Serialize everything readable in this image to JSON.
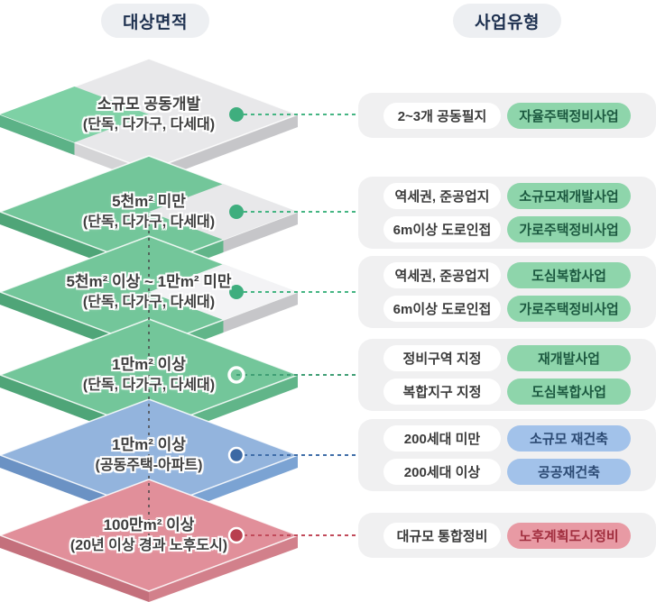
{
  "header": {
    "target_area_label": "대상면적",
    "business_type_label": "사업유형"
  },
  "layers": [
    {
      "line1": "소규모 공동개발",
      "line2": "(단독, 다가구, 다세대)",
      "accent": "#3fae7e",
      "top_color": "#e8e8ea",
      "wedge_color": "#7ed1a5"
    },
    {
      "line1": "5천m² 미만",
      "line2": "(단독, 다가구, 다세대)",
      "accent": "#3fae7e",
      "top_color": "#73c69a",
      "wedge_color": "#e8e8ea"
    },
    {
      "line1": "5천m² 이상 ~ 1만m² 미만",
      "line2": "(단독, 다가구, 다세대)",
      "accent": "#3fae7e",
      "top_color": "#73c69a",
      "wedge_color": "#f3f3f5"
    },
    {
      "line1": "1만m² 이상",
      "line2": "(단독, 다가구, 다세대)",
      "accent": "#ffffff",
      "top_color": "#73c69a",
      "wedge_color": ""
    },
    {
      "line1": "1만m² 이상",
      "line2": "(공동주택-아파트)",
      "accent": "#3c69a4",
      "top_color": "#93b4dd",
      "wedge_color": ""
    },
    {
      "line1": "100만m² 이상",
      "line2": "(20년 이상 경과 노후도시)",
      "accent": "#b8404f",
      "top_color": "#e18f9a",
      "wedge_color": ""
    }
  ],
  "boxes": [
    {
      "rows": [
        {
          "condition": "2~3개 공동필지",
          "project": "자율주택정비사업",
          "color": "green"
        }
      ]
    },
    {
      "rows": [
        {
          "condition": "역세권, 준공업지",
          "project": "소규모재개발사업",
          "color": "green"
        },
        {
          "condition": "6m이상 도로인접",
          "project": "가로주택정비사업",
          "color": "green"
        }
      ]
    },
    {
      "rows": [
        {
          "condition": "역세권, 준공업지",
          "project": "도심복합사업",
          "color": "green"
        },
        {
          "condition": "6m이상 도로인접",
          "project": "가로주택정비사업",
          "color": "green"
        }
      ]
    },
    {
      "rows": [
        {
          "condition": "정비구역 지정",
          "project": "재개발사업",
          "color": "green"
        },
        {
          "condition": "복합지구 지정",
          "project": "도심복합사업",
          "color": "green"
        }
      ]
    },
    {
      "rows": [
        {
          "condition": "200세대 미만",
          "project": "소규모 재건축",
          "color": "blue"
        },
        {
          "condition": "200세대 이상",
          "project": "공공재건축",
          "color": "blue"
        }
      ]
    },
    {
      "rows": [
        {
          "condition": "대규모 통합정비",
          "project": "노후계획도시정비",
          "color": "red"
        }
      ]
    }
  ],
  "colors": {
    "header_pill_bg": "#edeff2",
    "header_text": "#1e3150",
    "box_bg": "#f0f0f1",
    "white_pill_bg": "#ffffff",
    "green_pill_bg": "#8ed5ab",
    "green_pill_text": "#1c5940",
    "blue_pill_bg": "#a2c2ea",
    "blue_pill_text": "#2c4a73",
    "red_pill_bg": "#e89aa4",
    "red_pill_text": "#a12f3f"
  }
}
